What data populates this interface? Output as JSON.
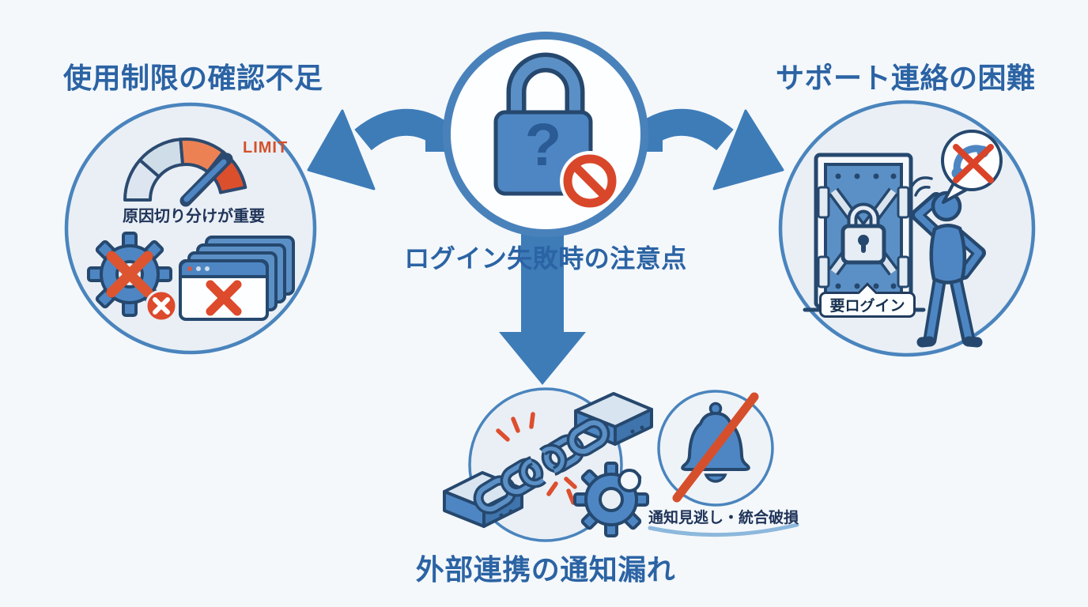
{
  "meta": {
    "type": "infographic-diagram",
    "language": "ja"
  },
  "palette": {
    "background": "#f4f8fb",
    "title_blue": "#2b63a4",
    "outline_navy": "#26486e",
    "icon_blue": "#4d86c3",
    "icon_blue_dark": "#3f74ad",
    "icon_blue_light": "#d8e4f0",
    "circle_fill": "#e9eff5",
    "circle_border": "#4a84bd",
    "arrow_blue": "#3e7cb8",
    "alert_red": "#dc4f2c",
    "text_navy": "#203459"
  },
  "center": {
    "title": "ログイン失敗時の注意点",
    "lock_mark": "?",
    "icons": [
      "padlock-question-icon",
      "prohibition-icon"
    ]
  },
  "branches": [
    {
      "id": "usage-limit",
      "title": "使用制限の確認不足",
      "gauge_label": "LIMIT",
      "caption": "原因切り分けが重要",
      "icons": [
        "gauge-limit-icon",
        "gear-error-icon",
        "browser-error-icon"
      ]
    },
    {
      "id": "support-contact",
      "title": "サポート連絡の困難",
      "door_label": "要ログイン",
      "icons": [
        "vault-door-icon",
        "locked-padlock-icon",
        "confused-person-icon",
        "no-phone-speech-icon"
      ]
    },
    {
      "id": "integration-notice",
      "title": "外部連携の通知漏れ",
      "caption": "通知見逃し・統合破損",
      "icons": [
        "device-node-icon",
        "broken-chain-icon",
        "broken-gear-icon",
        "notification-off-icon"
      ]
    }
  ]
}
